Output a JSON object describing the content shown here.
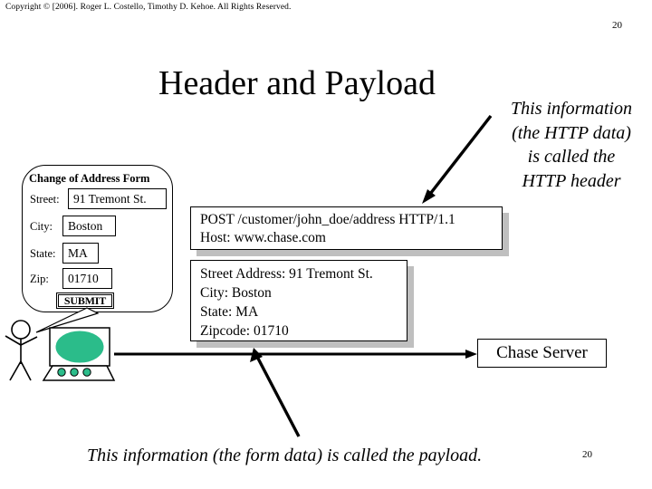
{
  "slide": {
    "copyright": "Copyright © [2006].  Roger L. Costello, Timothy D. Kehoe.  All Rights Reserved.",
    "page_number_top": "20",
    "page_number_bottom": "20",
    "title": "Header and Payload"
  },
  "annotations": {
    "header_note_lines": [
      "This information",
      "(the HTTP data)",
      "is called the",
      "HTTP header"
    ],
    "payload_note": "This information (the form data) is called the payload."
  },
  "form": {
    "title": "Change of  Address Form",
    "fields": [
      {
        "label": "Street:",
        "value": "91 Tremont St."
      },
      {
        "label": "City:",
        "value": "Boston"
      },
      {
        "label": "State:",
        "value": "MA"
      },
      {
        "label": "Zip:",
        "value": "01710"
      }
    ],
    "submit_label": "SUBMIT"
  },
  "http_header_box": {
    "line1": "POST /customer/john_doe/address HTTP/1.1",
    "line2": "Host: www.chase.com"
  },
  "payload_box": {
    "line1": "Street Address: 91 Tremont St.",
    "line2": "City: Boston",
    "line3": "State: MA",
    "line4": "Zipcode: 01710"
  },
  "server": {
    "label": "Chase Server"
  },
  "colors": {
    "screen_green": "#2BBC8A",
    "shadow_gray": "#bfbfbf",
    "ink": "#000000",
    "background": "#ffffff"
  },
  "icons": {
    "person": "stick-figure-icon",
    "computer": "computer-monitor-icon"
  }
}
